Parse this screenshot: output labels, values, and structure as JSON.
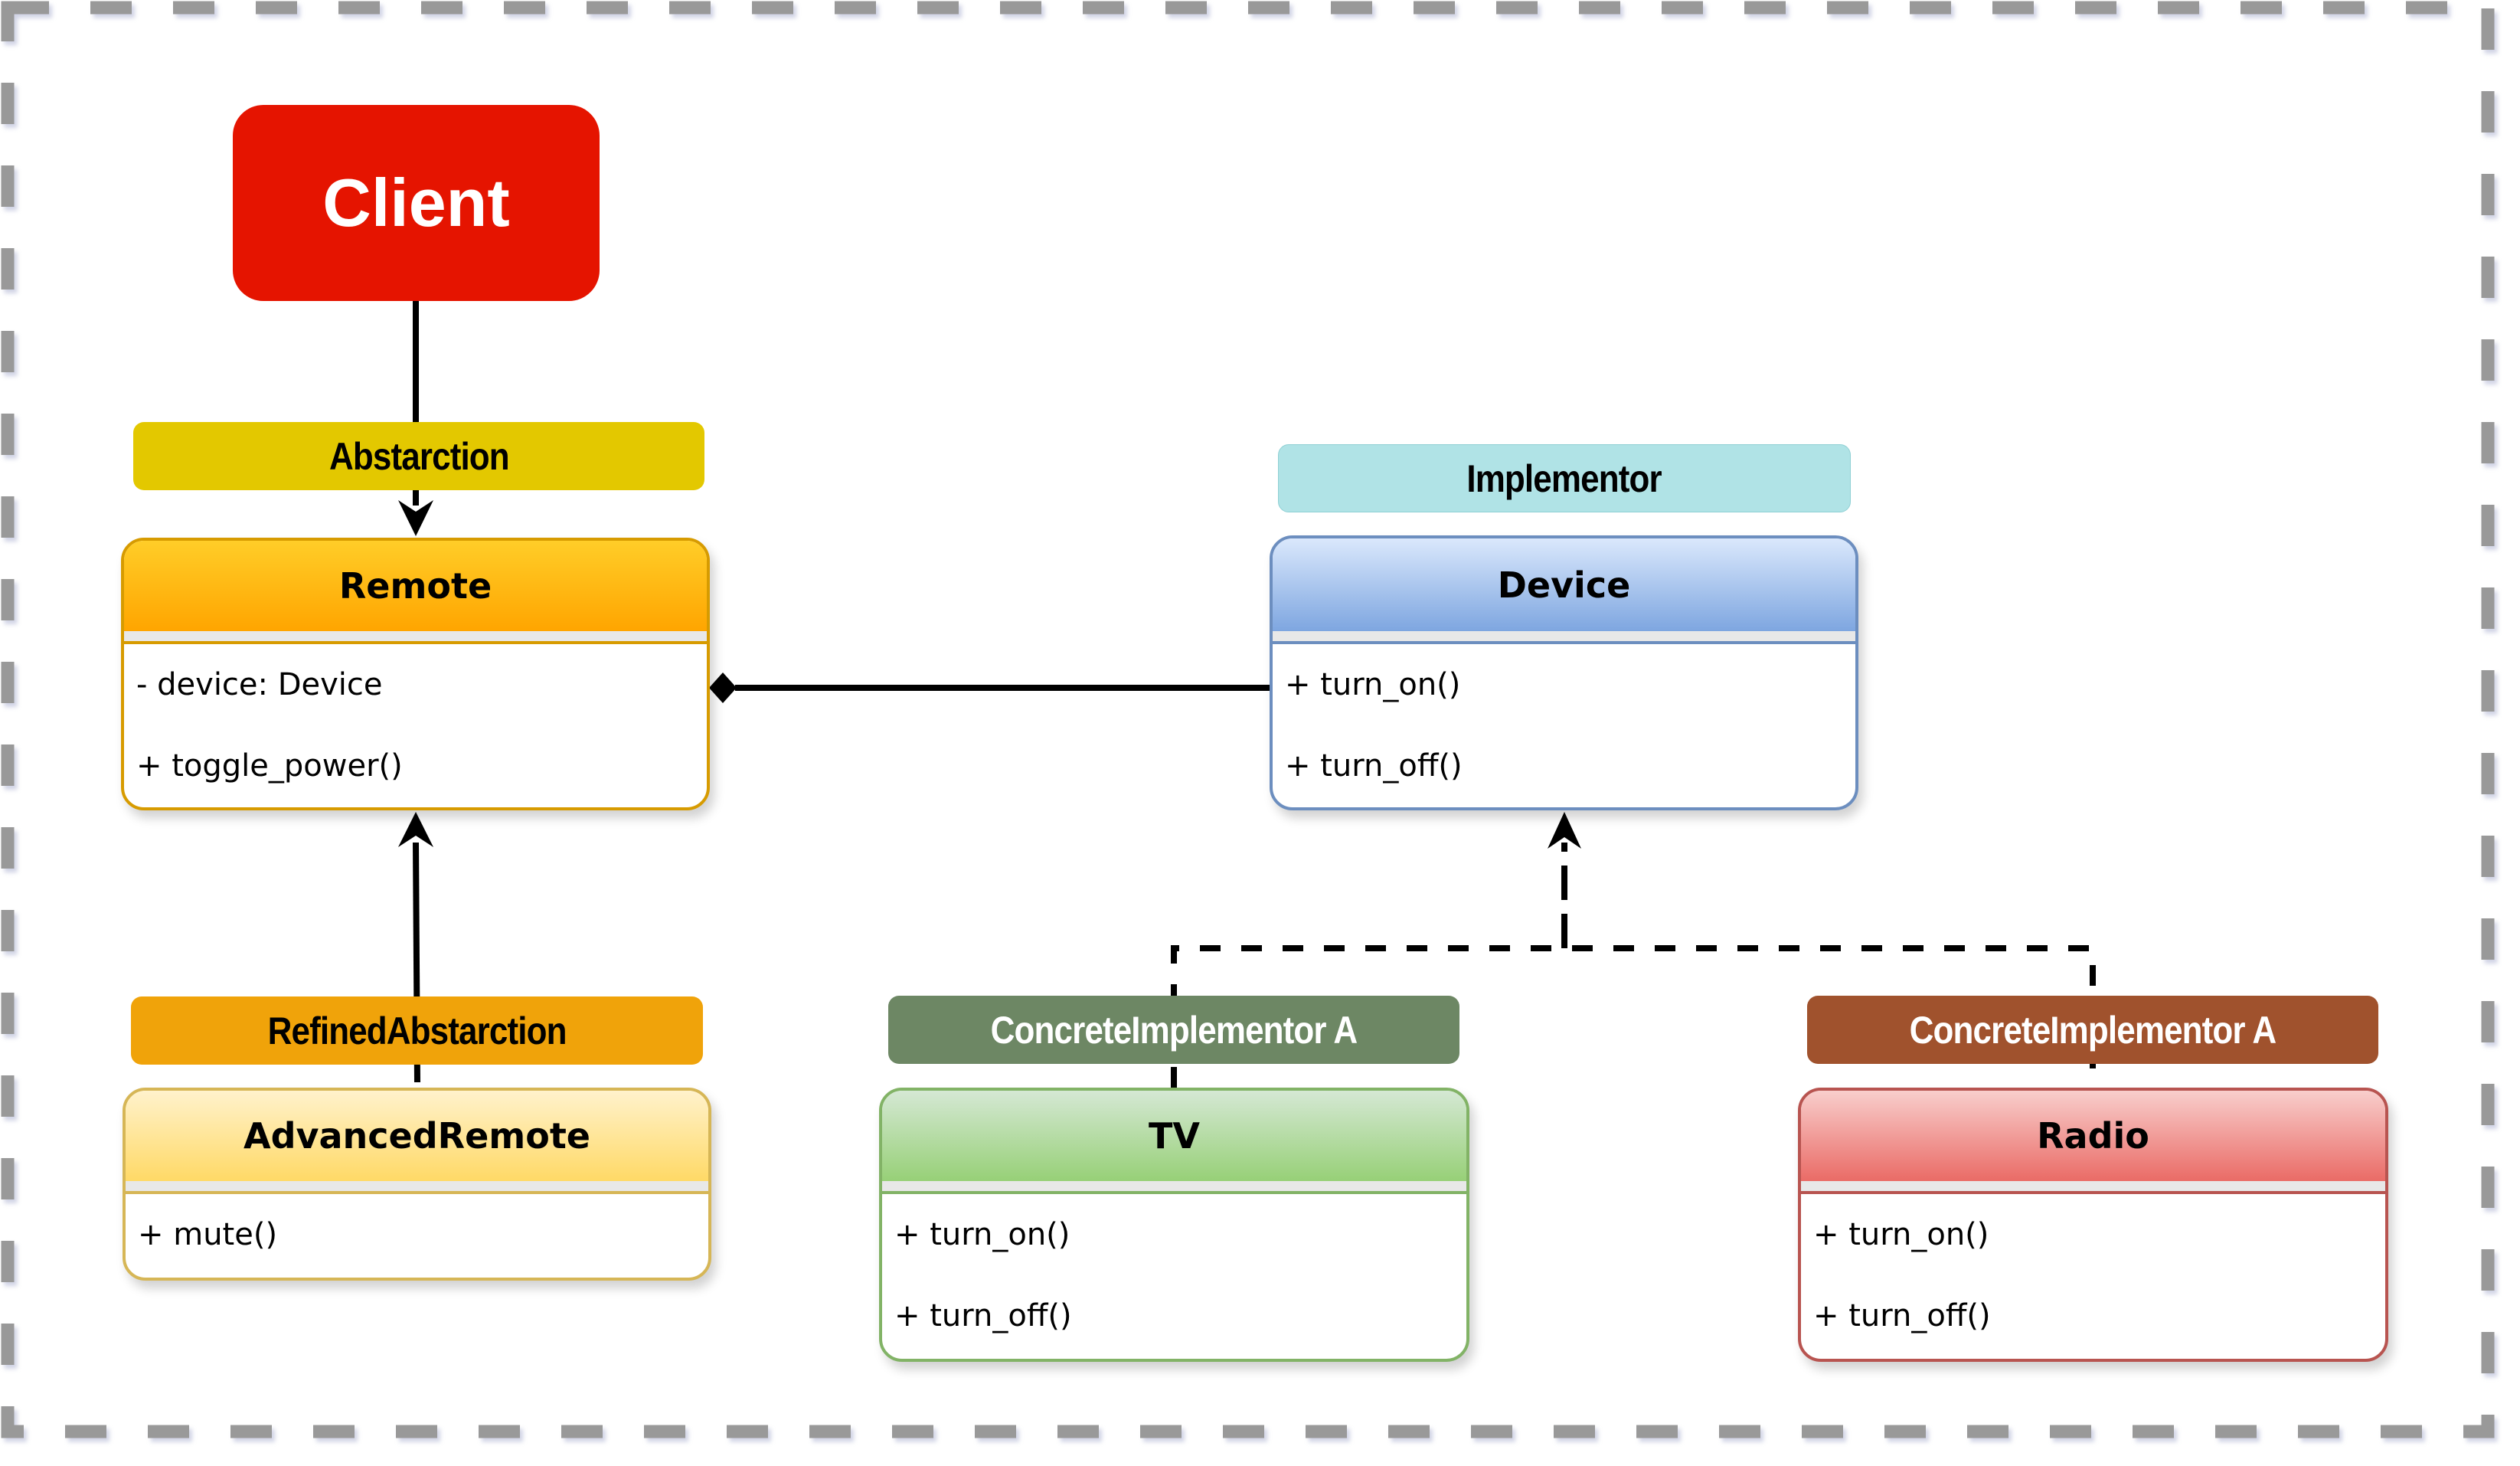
{
  "diagram": {
    "title": "Bridge Pattern - Remote / Device",
    "frame_color": "#999999",
    "client": {
      "label": "Client",
      "color": "#e51400"
    },
    "stereotypes": {
      "abstraction": {
        "label": "Abstarction",
        "color": "#e3c800",
        "text_color": "#000000"
      },
      "implementor": {
        "label": "Implementor",
        "color": "#b0e3e6",
        "text_color": "#000000"
      },
      "refined_abstraction": {
        "label": "RefinedAbstarction",
        "color": "#f0a30a",
        "text_color": "#000000"
      },
      "concrete_implementor_tv": {
        "label": "ConcreteImplementor A",
        "color": "#6d8764",
        "text_color": "#ffffff"
      },
      "concrete_implementor_radio": {
        "label": "ConcreteImplementor A",
        "color": "#a0522d",
        "text_color": "#ffffff"
      }
    },
    "classes": {
      "remote": {
        "name": "Remote",
        "members": [
          "- device: Device",
          "+ toggle_power()"
        ],
        "stroke": "#d79b00",
        "fill_top": "#ffcd28",
        "fill_bottom": "#ffa500"
      },
      "device": {
        "name": "Device",
        "members": [
          "+ turn_on()",
          "+ turn_off()"
        ],
        "stroke": "#6c8ebf",
        "fill_top": "#dae8fc",
        "fill_bottom": "#7ea6e0"
      },
      "advanced_remote": {
        "name": "AdvancedRemote",
        "members": [
          "+ mute()"
        ],
        "stroke": "#d6b656",
        "fill_top": "#fff2cc",
        "fill_bottom": "#ffd966"
      },
      "tv": {
        "name": "TV",
        "members": [
          "+ turn_on()",
          "+ turn_off()"
        ],
        "stroke": "#82b366",
        "fill_top": "#d5e8d4",
        "fill_bottom": "#97d077"
      },
      "radio": {
        "name": "Radio",
        "members": [
          "+ turn_on()",
          "+ turn_off()"
        ],
        "stroke": "#b85450",
        "fill_top": "#f8cecc",
        "fill_bottom": "#ea6b66"
      }
    },
    "relations": [
      {
        "from": "Client",
        "to": "Remote",
        "type": "association",
        "style": "solid-arrow"
      },
      {
        "from": "AdvancedRemote",
        "to": "Remote",
        "type": "inheritance",
        "style": "solid-arrow"
      },
      {
        "from": "Device",
        "to": "Remote",
        "type": "composition",
        "style": "solid-diamond"
      },
      {
        "from": "TV",
        "to": "Device",
        "type": "realization",
        "style": "dashed-arrow"
      },
      {
        "from": "Radio",
        "to": "Device",
        "type": "realization",
        "style": "dashed-arrow"
      }
    ]
  }
}
